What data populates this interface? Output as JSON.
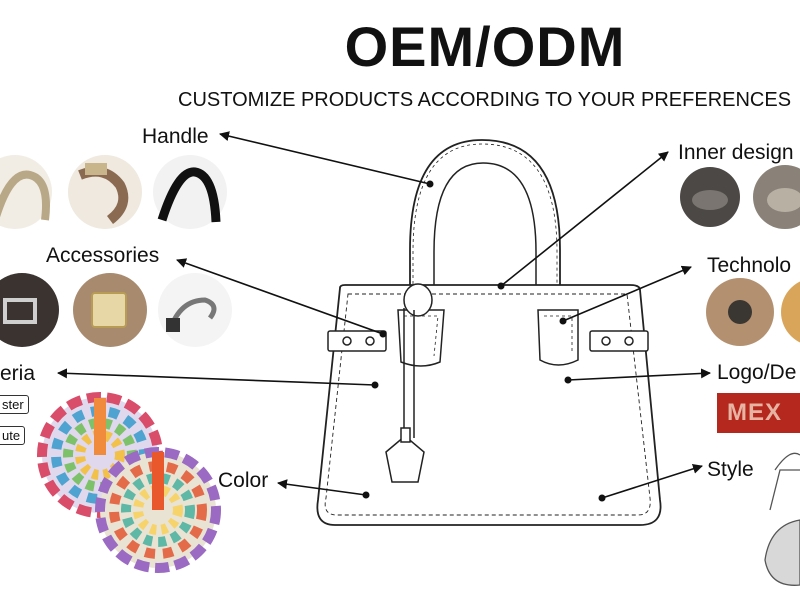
{
  "title": "OEM/ODM",
  "subtitle": "CUSTOMIZE PRODUCTS ACCORDING TO YOUR PREFERENCES",
  "labels": {
    "handle": "Handle",
    "accessories": "Accessories",
    "material": "eria",
    "color": "Color",
    "inner_design": "Inner design",
    "technology": "Technolo",
    "logo": "Logo/De",
    "style": "Style"
  },
  "material_tags": [
    "ster",
    "ute"
  ],
  "logo_text": "MEX",
  "colors": {
    "logo_bg": "#b5281e",
    "logo_text": "#e7b3a3",
    "line": "#111111"
  }
}
